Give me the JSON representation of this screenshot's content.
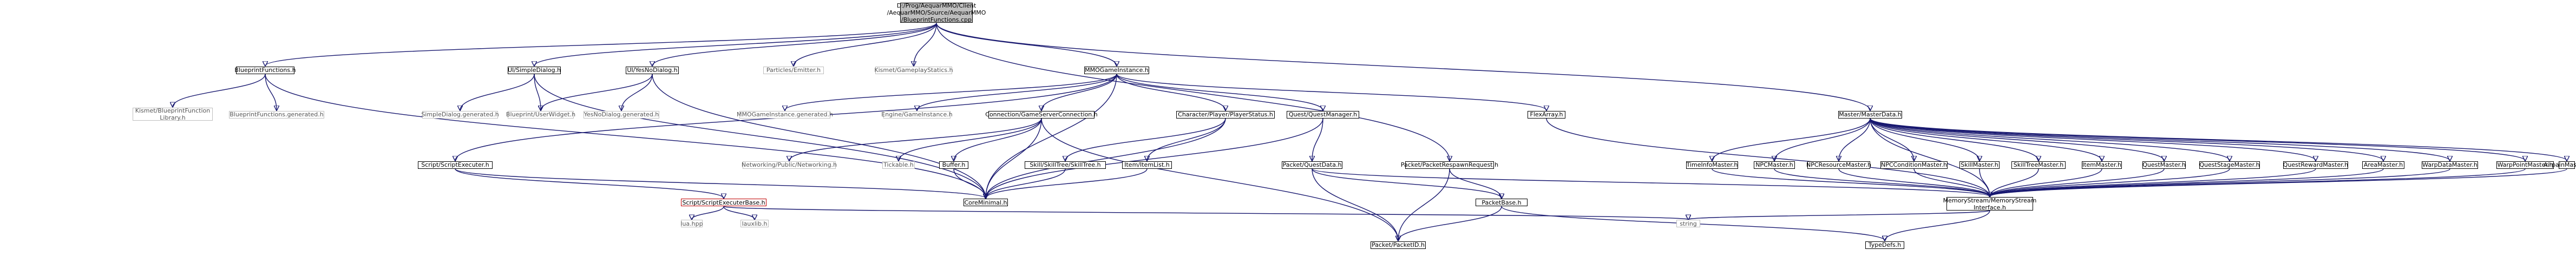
{
  "nodes": [
    {
      "id": "root",
      "label": "D:/Prog/AequarMMO/Client\n/AequarMMO/Source/AequarMMO\n/BlueprintFunctions.cpp",
      "style": "root"
    },
    {
      "id": "blueprint_functions_h",
      "label": "BlueprintFunctions.h",
      "style": "normal"
    },
    {
      "id": "ui_simple_dialog_h",
      "label": "UI/SimpleDialog.h",
      "style": "normal"
    },
    {
      "id": "ui_yesno_dialog_h",
      "label": "UI/YesNoDialog.h",
      "style": "normal"
    },
    {
      "id": "particles_emitter_h",
      "label": "Particles/Emitter.h",
      "style": "gray"
    },
    {
      "id": "kismet_gameplay_statics_h",
      "label": "Kismet/GameplayStatics.h",
      "style": "gray"
    },
    {
      "id": "mmo_game_instance_h",
      "label": "MMOGameInstance.h",
      "style": "normal"
    },
    {
      "id": "kismet_blueprint_function_library_h",
      "label": "Kismet/BlueprintFunction\nLibrary.h",
      "style": "gray"
    },
    {
      "id": "blueprint_functions_generated_h",
      "label": "BlueprintFunctions.generated.h",
      "style": "gray"
    },
    {
      "id": "simple_dialog_generated_h",
      "label": "SimpleDialog.generated.h",
      "style": "gray"
    },
    {
      "id": "blueprint_user_widget_h",
      "label": "Blueprint/UserWidget.h",
      "style": "gray"
    },
    {
      "id": "yesno_dialog_generated_h",
      "label": "YesNoDialog.generated.h",
      "style": "gray"
    },
    {
      "id": "mmo_game_instance_generated_h",
      "label": "MMOGameInstance.generated.h",
      "style": "gray"
    },
    {
      "id": "engine_game_instance_h",
      "label": "Engine/GameInstance.h",
      "style": "gray"
    },
    {
      "id": "connection_game_server_connection_h",
      "label": "Connection/GameServerConnection.h",
      "style": "normal"
    },
    {
      "id": "character_player_player_status_h",
      "label": "Character/Player/PlayerStatus.h",
      "style": "normal"
    },
    {
      "id": "quest_quest_manager_h",
      "label": "Quest/QuestManager.h",
      "style": "normal"
    },
    {
      "id": "flex_array_h",
      "label": "FlexArray.h",
      "style": "normal"
    },
    {
      "id": "master_master_data_h",
      "label": "Master/MasterData.h",
      "style": "normal"
    },
    {
      "id": "script_script_executer_h",
      "label": "Script/ScriptExecuter.h",
      "style": "normal"
    },
    {
      "id": "networking_public_networking_h",
      "label": "Networking/Public/Networking.h",
      "style": "gray"
    },
    {
      "id": "tickable_h",
      "label": "Tickable.h",
      "style": "gray"
    },
    {
      "id": "buffer_h",
      "label": "Buffer.h",
      "style": "normal"
    },
    {
      "id": "skill_skill_tree_skill_tree_h",
      "label": "Skill/SkillTree/SkillTree.h",
      "style": "normal"
    },
    {
      "id": "item_item_list_h",
      "label": "Item/ItemList.h",
      "style": "normal"
    },
    {
      "id": "packet_quest_data_h",
      "label": "Packet/QuestData.h",
      "style": "normal"
    },
    {
      "id": "packet_packet_respawn_request_h",
      "label": "Packet/PacketRespawnRequest.h",
      "style": "normal"
    },
    {
      "id": "timeinfo_master_h",
      "label": "TimeInfoMaster.h",
      "style": "normal"
    },
    {
      "id": "npc_master_h",
      "label": "NPCMaster.h",
      "style": "normal"
    },
    {
      "id": "npc_resource_master_h",
      "label": "NPCResourceMaster.h",
      "style": "normal"
    },
    {
      "id": "npc_condition_master_h",
      "label": "NPCConditionMaster.h",
      "style": "normal"
    },
    {
      "id": "skill_master_h",
      "label": "SkillMaster.h",
      "style": "normal"
    },
    {
      "id": "skill_tree_master_h",
      "label": "SkillTreeMaster.h",
      "style": "normal"
    },
    {
      "id": "item_master_h",
      "label": "ItemMaster.h",
      "style": "normal"
    },
    {
      "id": "quest_master_h",
      "label": "QuestMaster.h",
      "style": "normal"
    },
    {
      "id": "quest_stage_master_h",
      "label": "QuestStageMaster.h",
      "style": "normal"
    },
    {
      "id": "quest_reward_master_h",
      "label": "QuestRewardMaster.h",
      "style": "normal"
    },
    {
      "id": "area_master_h",
      "label": "AreaMaster.h",
      "style": "normal"
    },
    {
      "id": "warp_data_master_h",
      "label": "WarpDataMaster.h",
      "style": "normal"
    },
    {
      "id": "warp_point_master_h",
      "label": "WarpPointMaster.h",
      "style": "normal"
    },
    {
      "id": "airpain_master_h",
      "label": "AirpainMaster.h",
      "style": "normal"
    },
    {
      "id": "core_minimal_h",
      "label": "CoreMinimal.h",
      "style": "normal"
    },
    {
      "id": "script_script_executer_base_h",
      "label": "Script/ScriptExecuterBase.h",
      "style": "highlight"
    },
    {
      "id": "packet_packet_base_h",
      "label": "PacketBase.h",
      "style": "normal"
    },
    {
      "id": "memory_stream_memory_stream_interface_h",
      "label": "MemoryStream/MemoryStream\nInterface.h",
      "style": "normal"
    },
    {
      "id": "lua_hpp",
      "label": "lua.hpp",
      "style": "gray"
    },
    {
      "id": "lauxlib_h",
      "label": "lauxlib.h",
      "style": "gray"
    },
    {
      "id": "string",
      "label": "string",
      "style": "gray"
    },
    {
      "id": "packet_packet_id_h",
      "label": "Packet/PacketID.h",
      "style": "normal"
    },
    {
      "id": "type_defs_h",
      "label": "TypeDefs.h",
      "style": "normal"
    }
  ],
  "edges": [
    [
      "root",
      "blueprint_functions_h"
    ],
    [
      "root",
      "ui_simple_dialog_h"
    ],
    [
      "root",
      "ui_yesno_dialog_h"
    ],
    [
      "root",
      "particles_emitter_h"
    ],
    [
      "root",
      "kismet_gameplay_statics_h"
    ],
    [
      "root",
      "mmo_game_instance_h"
    ],
    [
      "root",
      "master_master_data_h"
    ],
    [
      "root",
      "packet_packet_respawn_request_h"
    ],
    [
      "blueprint_functions_h",
      "kismet_blueprint_function_library_h"
    ],
    [
      "blueprint_functions_h",
      "blueprint_functions_generated_h"
    ],
    [
      "blueprint_functions_h",
      "core_minimal_h"
    ],
    [
      "ui_simple_dialog_h",
      "simple_dialog_generated_h"
    ],
    [
      "ui_simple_dialog_h",
      "blueprint_user_widget_h"
    ],
    [
      "ui_simple_dialog_h",
      "core_minimal_h"
    ],
    [
      "ui_yesno_dialog_h",
      "yesno_dialog_generated_h"
    ],
    [
      "ui_yesno_dialog_h",
      "blueprint_user_widget_h"
    ],
    [
      "ui_yesno_dialog_h",
      "core_minimal_h"
    ],
    [
      "mmo_game_instance_h",
      "script_script_executer_h"
    ],
    [
      "mmo_game_instance_h",
      "mmo_game_instance_generated_h"
    ],
    [
      "mmo_game_instance_h",
      "engine_game_instance_h"
    ],
    [
      "mmo_game_instance_h",
      "connection_game_server_connection_h"
    ],
    [
      "mmo_game_instance_h",
      "character_player_player_status_h"
    ],
    [
      "mmo_game_instance_h",
      "quest_quest_manager_h"
    ],
    [
      "mmo_game_instance_h",
      "flex_array_h"
    ],
    [
      "mmo_game_instance_h",
      "core_minimal_h"
    ],
    [
      "connection_game_server_connection_h",
      "networking_public_networking_h"
    ],
    [
      "connection_game_server_connection_h",
      "tickable_h"
    ],
    [
      "connection_game_server_connection_h",
      "buffer_h"
    ],
    [
      "connection_game_server_connection_h",
      "core_minimal_h"
    ],
    [
      "connection_game_server_connection_h",
      "packet_packet_id_h"
    ],
    [
      "character_player_player_status_h",
      "skill_skill_tree_skill_tree_h"
    ],
    [
      "character_player_player_status_h",
      "item_item_list_h"
    ],
    [
      "character_player_player_status_h",
      "core_minimal_h"
    ],
    [
      "quest_quest_manager_h",
      "packet_quest_data_h"
    ],
    [
      "quest_quest_manager_h",
      "core_minimal_h"
    ],
    [
      "flex_array_h",
      "memory_stream_memory_stream_interface_h"
    ],
    [
      "buffer_h",
      "core_minimal_h"
    ],
    [
      "skill_skill_tree_skill_tree_h",
      "core_minimal_h"
    ],
    [
      "item_item_list_h",
      "core_minimal_h"
    ],
    [
      "script_script_executer_h",
      "script_script_executer_base_h"
    ],
    [
      "script_script_executer_h",
      "core_minimal_h"
    ],
    [
      "script_script_executer_base_h",
      "lua_hpp"
    ],
    [
      "script_script_executer_base_h",
      "lauxlib_h"
    ],
    [
      "script_script_executer_base_h",
      "string"
    ],
    [
      "packet_quest_data_h",
      "packet_packet_base_h"
    ],
    [
      "packet_quest_data_h",
      "packet_packet_id_h"
    ],
    [
      "packet_quest_data_h",
      "memory_stream_memory_stream_interface_h"
    ],
    [
      "packet_packet_respawn_request_h",
      "packet_packet_base_h"
    ],
    [
      "packet_packet_respawn_request_h",
      "packet_packet_id_h"
    ],
    [
      "packet_packet_base_h",
      "packet_packet_id_h"
    ],
    [
      "packet_packet_base_h",
      "type_defs_h"
    ],
    [
      "master_master_data_h",
      "timeinfo_master_h"
    ],
    [
      "master_master_data_h",
      "npc_master_h"
    ],
    [
      "master_master_data_h",
      "npc_resource_master_h"
    ],
    [
      "master_master_data_h",
      "npc_condition_master_h"
    ],
    [
      "master_master_data_h",
      "skill_master_h"
    ],
    [
      "master_master_data_h",
      "skill_tree_master_h"
    ],
    [
      "master_master_data_h",
      "item_master_h"
    ],
    [
      "master_master_data_h",
      "quest_master_h"
    ],
    [
      "master_master_data_h",
      "quest_stage_master_h"
    ],
    [
      "master_master_data_h",
      "quest_reward_master_h"
    ],
    [
      "master_master_data_h",
      "area_master_h"
    ],
    [
      "master_master_data_h",
      "warp_data_master_h"
    ],
    [
      "master_master_data_h",
      "warp_point_master_h"
    ],
    [
      "master_master_data_h",
      "airpain_master_h"
    ],
    [
      "master_master_data_h",
      "memory_stream_memory_stream_interface_h"
    ],
    [
      "timeinfo_master_h",
      "memory_stream_memory_stream_interface_h"
    ],
    [
      "npc_master_h",
      "memory_stream_memory_stream_interface_h"
    ],
    [
      "npc_resource_master_h",
      "memory_stream_memory_stream_interface_h"
    ],
    [
      "npc_condition_master_h",
      "memory_stream_memory_stream_interface_h"
    ],
    [
      "skill_master_h",
      "memory_stream_memory_stream_interface_h"
    ],
    [
      "skill_tree_master_h",
      "memory_stream_memory_stream_interface_h"
    ],
    [
      "item_master_h",
      "memory_stream_memory_stream_interface_h"
    ],
    [
      "quest_master_h",
      "memory_stream_memory_stream_interface_h"
    ],
    [
      "quest_stage_master_h",
      "memory_stream_memory_stream_interface_h"
    ],
    [
      "quest_reward_master_h",
      "memory_stream_memory_stream_interface_h"
    ],
    [
      "area_master_h",
      "memory_stream_memory_stream_interface_h"
    ],
    [
      "warp_data_master_h",
      "memory_stream_memory_stream_interface_h"
    ],
    [
      "warp_point_master_h",
      "memory_stream_memory_stream_interface_h"
    ],
    [
      "airpain_master_h",
      "memory_stream_memory_stream_interface_h"
    ],
    [
      "memory_stream_memory_stream_interface_h",
      "string"
    ],
    [
      "memory_stream_memory_stream_interface_h",
      "type_defs_h"
    ]
  ],
  "colors": {
    "edge": "#191970",
    "node_border": "#000000",
    "external_border": "#bfbfbf",
    "external_text": "#555555",
    "highlight_border": "#c00000",
    "root_fill": "#bfbfbf"
  }
}
